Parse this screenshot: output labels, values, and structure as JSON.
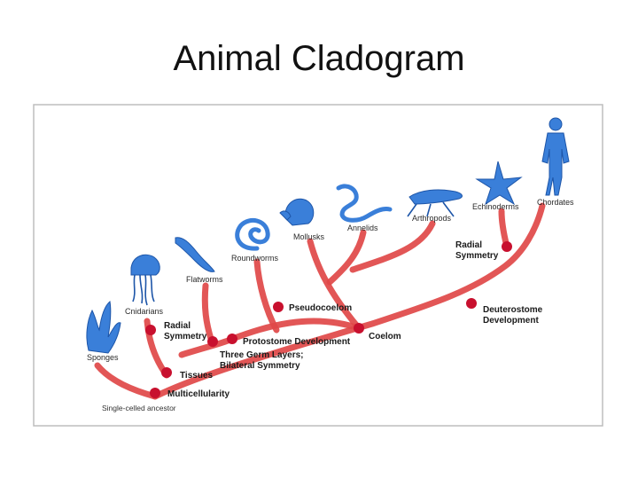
{
  "title": "Animal Cladogram",
  "colors": {
    "branch": "#e04848",
    "node": "#c8102e",
    "animal": "#3a7fd9"
  },
  "cladogram": {
    "taxa": {
      "sponges": "Sponges",
      "cnidarians": "Cnidarians",
      "flatworms": "Flatworms",
      "roundworms": "Roundworms",
      "mollusks": "Mollusks",
      "annelids": "Annelids",
      "arthropods": "Arthropods",
      "echinoderms": "Echinoderms",
      "chordates": "Chordates"
    },
    "traits": {
      "multicellularity": "Multicellularity",
      "tissues": "Tissues",
      "radial_symmetry_1": "Radial",
      "radial_symmetry_2": "Symmetry",
      "three_germ_1": "Three Germ Layers;",
      "three_germ_2": "Bilateral Symmetry",
      "protostome": "Protostome Development",
      "pseudocoelom": "Pseudocoelom",
      "coelom": "Coelom",
      "deuterostome_1": "Deuterostome",
      "deuterostome_2": "Development",
      "radial_echino_1": "Radial",
      "radial_echino_2": "Symmetry"
    },
    "ancestor": "Single-celled ancestor"
  }
}
